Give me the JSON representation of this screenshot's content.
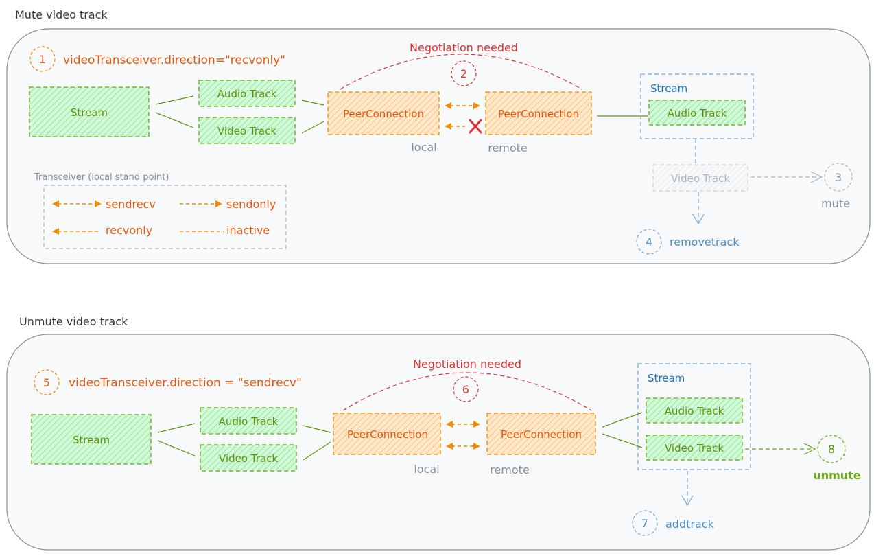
{
  "colors": {
    "green_fill": "#b2f2bb",
    "green_stroke": "#5c940d",
    "green_text": "#66a80f",
    "orange_fill": "#ffc078",
    "orange_stroke": "#f08c00",
    "orange_text": "#e8590c",
    "red": "#e03131",
    "blue": "#4a90c7",
    "blue_text": "#1971c2",
    "gray": "#adb5bd",
    "gray_text": "#868e96",
    "dark_text": "#343a40",
    "panel_fill": "#f8f9fa",
    "panel_stroke": "#868e96"
  },
  "top": {
    "title": "Mute video track",
    "step1": {
      "num": "1",
      "text": "videoTransceiver.direction=\"recvonly\""
    },
    "negotiation": "Negotiation needed",
    "step2": "2",
    "stream": "Stream",
    "audio_track": "Audio Track",
    "video_track": "Video Track",
    "peer_local": "PeerConnection",
    "peer_remote": "PeerConnection",
    "local_label": "local",
    "remote_label": "remote",
    "remote_stream_title": "Stream",
    "remote_audio_track": "Audio Track",
    "remote_video_track": "Video Track",
    "step3": {
      "num": "3",
      "label": "mute"
    },
    "step4": {
      "num": "4",
      "label": "removetrack"
    },
    "legend": {
      "title": "Transceiver (local stand point)",
      "sendrecv": "sendrecv",
      "sendonly": "sendonly",
      "recvonly": "recvonly",
      "inactive": "inactive"
    }
  },
  "bottom": {
    "title": "Unmute video track",
    "step5": {
      "num": "5",
      "text": "videoTransceiver.direction = \"sendrecv\""
    },
    "negotiation": "Negotiation needed",
    "step6": "6",
    "stream": "Stream",
    "audio_track": "Audio Track",
    "video_track": "Video Track",
    "peer_local": "PeerConnection",
    "peer_remote": "PeerConnection",
    "local_label": "local",
    "remote_label": "remote",
    "remote_stream_title": "Stream",
    "remote_audio_track": "Audio Track",
    "remote_video_track": "Video Track",
    "step7": {
      "num": "7",
      "label": "addtrack"
    },
    "step8": {
      "num": "8",
      "label": "unmute"
    }
  }
}
